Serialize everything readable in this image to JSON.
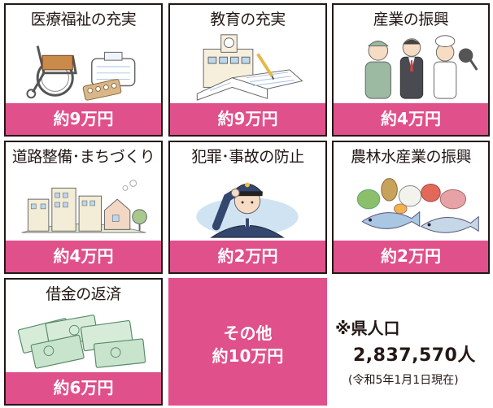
{
  "cards": [
    {
      "title": "医療福祉の充実",
      "amount": "約9万円",
      "illustration": "wheelchair-medicine-illustration"
    },
    {
      "title": "教育の充実",
      "amount": "約9万円",
      "illustration": "school-book-illustration"
    },
    {
      "title": "産業の振興",
      "amount": "約4万円",
      "illustration": "workers-illustration"
    },
    {
      "title": "道路整備･まちづくり",
      "amount": "約4万円",
      "illustration": "town-illustration"
    },
    {
      "title": "犯罪･事故の防止",
      "amount": "約2万円",
      "illustration": "police-officer-illustration"
    },
    {
      "title": "農林水産業の振興",
      "amount": "約2万円",
      "illustration": "produce-fish-illustration"
    },
    {
      "title": "借金の返済",
      "amount": "約6万円",
      "illustration": "banknotes-illustration"
    }
  ],
  "other": {
    "label": "その他",
    "amount": "約10万円"
  },
  "population": {
    "label": "※県人口",
    "value": "2,837,570人",
    "date": "(令和5年1月1日現在)"
  },
  "colors": {
    "accent": "#e0508a",
    "border": "#231815",
    "text": "#231815"
  }
}
